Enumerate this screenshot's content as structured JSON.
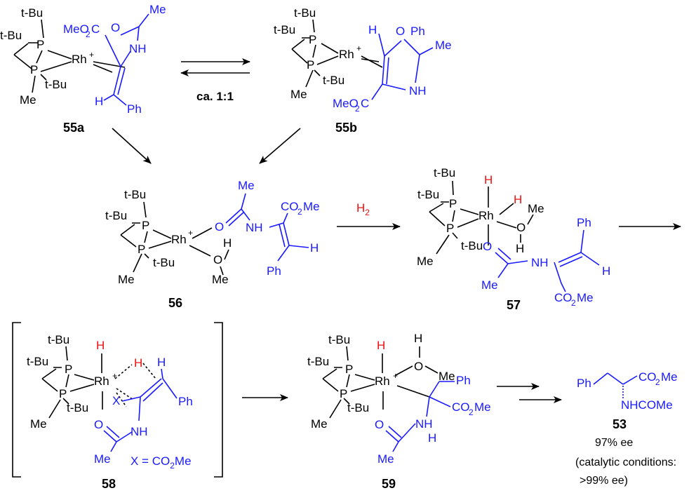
{
  "scheme": {
    "equilibrium_label": "ca. 1:1",
    "h2_label": "H",
    "h2_sub": "2",
    "compounds": {
      "c55a": "55a",
      "c55b": "55b",
      "c56": "56",
      "c57": "57",
      "c58": "58",
      "c59": "59",
      "c53": "53"
    },
    "x_definition": "X = CO",
    "x_definition_tail": "Me",
    "x_definition_sub": "2",
    "result_ee": "97% ee",
    "catalytic_line1": "(catalytic conditions:",
    "catalytic_line2": ">99% ee)",
    "atoms": {
      "tbu": "t-Bu",
      "p": "P",
      "rh_plus": "Rh",
      "rh": "Rh",
      "plus": "+",
      "me": "Me",
      "nh": "NH",
      "h": "H",
      "o": "O",
      "ph": "Ph",
      "x": "X",
      "co2me_a": "CO",
      "co2me_sub": "2",
      "co2me_b": "Me",
      "meo2c_a": "MeO",
      "meo2c_b": "C",
      "nhcome": "NHCOMe"
    }
  },
  "colors": {
    "substrate": "#1a1aff",
    "hydrogen": "#ee1111",
    "ligand": "#000000"
  }
}
